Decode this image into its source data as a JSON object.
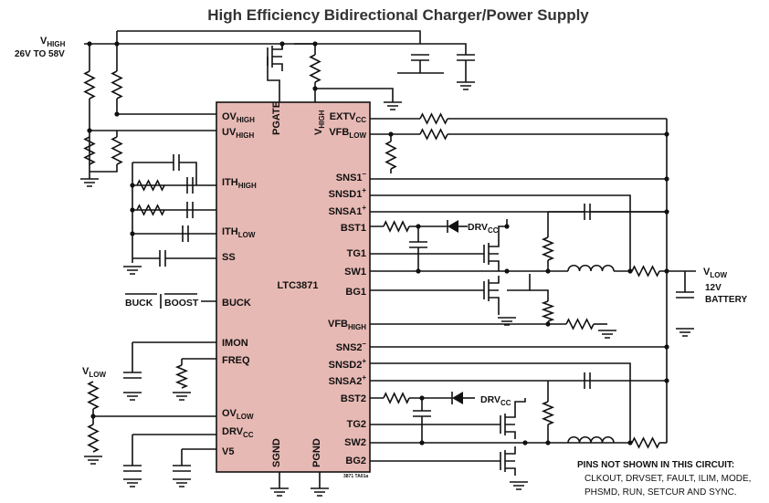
{
  "title": "High Efficiency Bidirectional Charger/Power Supply",
  "vhigh": {
    "main": "V",
    "sub": "HIGH",
    "range": "26V TO 58V"
  },
  "vlow_out": {
    "main": "V",
    "sub": "LOW",
    "voltage": "12V",
    "battery": "BATTERY"
  },
  "vlow_in": {
    "main": "V",
    "sub": "LOW"
  },
  "chip": {
    "name": "LTC3871",
    "left_pins": [
      {
        "main": "OV",
        "sub": "HIGH"
      },
      {
        "main": "UV",
        "sub": "HIGH"
      },
      {
        "main": "ITH",
        "sub": "HIGH"
      },
      {
        "main": "ITH",
        "sub": "LOW"
      },
      {
        "main": "SS",
        "sub": ""
      },
      {
        "main": "BUCK",
        "sub": ""
      },
      {
        "main": "IMON",
        "sub": ""
      },
      {
        "main": "FREQ",
        "sub": ""
      },
      {
        "main": "OV",
        "sub": "LOW"
      },
      {
        "main": "DRV",
        "sub": "CC"
      },
      {
        "main": "V5",
        "sub": ""
      }
    ],
    "right_pins": [
      {
        "main": "EXTV",
        "sub": "CC"
      },
      {
        "main": "VFB",
        "sub": "LOW"
      },
      {
        "main": "SNS1",
        "sup": "–"
      },
      {
        "main": "SNSD1",
        "sup": "+"
      },
      {
        "main": "SNSA1",
        "sup": "+"
      },
      {
        "main": "BST1",
        "sub": ""
      },
      {
        "main": "TG1",
        "sub": ""
      },
      {
        "main": "SW1",
        "sub": ""
      },
      {
        "main": "BG1",
        "sub": ""
      },
      {
        "main": "VFB",
        "sub": "HIGH"
      },
      {
        "main": "SNS2",
        "sup": "–"
      },
      {
        "main": "SNSD2",
        "sup": "+"
      },
      {
        "main": "SNSA2",
        "sup": "+"
      },
      {
        "main": "BST2",
        "sub": ""
      },
      {
        "main": "TG2",
        "sub": ""
      },
      {
        "main": "SW2",
        "sub": ""
      },
      {
        "main": "BG2",
        "sub": ""
      }
    ],
    "top_pins": [
      {
        "main": "PGATE",
        "sub": ""
      },
      {
        "main": "V",
        "sub": "HIGH"
      }
    ],
    "bottom_pins": [
      {
        "main": "SGND",
        "sub": ""
      },
      {
        "main": "PGND",
        "sub": ""
      }
    ]
  },
  "buck_boost": {
    "buck": "BUCK",
    "boost": "BOOST"
  },
  "drvcc1": {
    "main": "DRV",
    "sub": "CC"
  },
  "drvcc2": {
    "main": "DRV",
    "sub": "CC"
  },
  "figure_id": "3871 TA01a",
  "notes": {
    "heading": "PINS NOT SHOWN IN THIS CIRCUIT:",
    "line1": "CLKOUT, DRVSET, FAULT, ILIM, MODE,",
    "line2": "PHSMD, RUN, SETCUR AND SYNC."
  }
}
